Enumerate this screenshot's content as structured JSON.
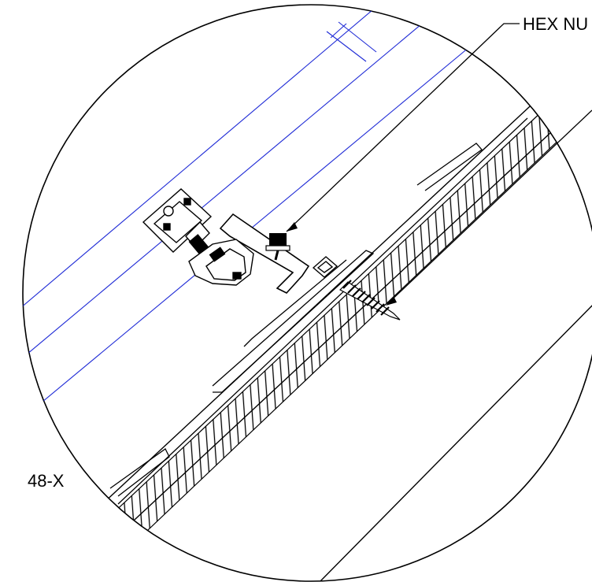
{
  "drawing": {
    "callouts": {
      "hex_nut": "HEX NU",
      "detail_ref": "48-X"
    },
    "colors": {
      "line": "#000000",
      "module_outline": "#1f2bd6",
      "background": "#ffffff",
      "hardware_fill": "#000000"
    },
    "components": [
      "module-frame",
      "rail-clamp",
      "l-foot-bracket",
      "hex-nut",
      "flashing",
      "roof-deck",
      "lag-screw"
    ]
  }
}
